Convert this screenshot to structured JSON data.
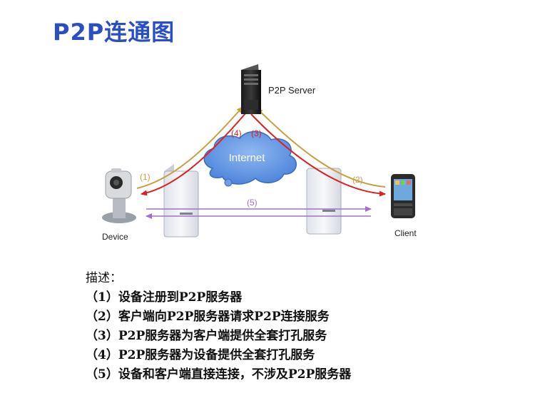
{
  "title": "P2P连通图",
  "diagram": {
    "server_label": "P2P Server",
    "internet_label": "Internet",
    "device_label": "Device",
    "client_label": "Client",
    "flows": [
      {
        "id": "1",
        "label": "(1)",
        "color": "#c8a040"
      },
      {
        "id": "2",
        "label": "(2)",
        "color": "#c8a040"
      },
      {
        "id": "3",
        "label": "(3)",
        "color": "#e02020"
      },
      {
        "id": "4",
        "label": "(4)",
        "color": "#e02020"
      },
      {
        "id": "5",
        "label": "(5)",
        "color": "#a070d0"
      }
    ]
  },
  "description": {
    "heading": "描述：",
    "items": [
      "（1）设备注册到P2P服务器",
      "（2）客户端向P2P服务器请求P2P连接服务",
      "（3）P2P服务器为客户端提供全套打孔服务",
      "（4）P2P服务器为设备提供全套打孔服务",
      "（5）设备和客户端直接连接，不涉及P2P服务器"
    ]
  }
}
